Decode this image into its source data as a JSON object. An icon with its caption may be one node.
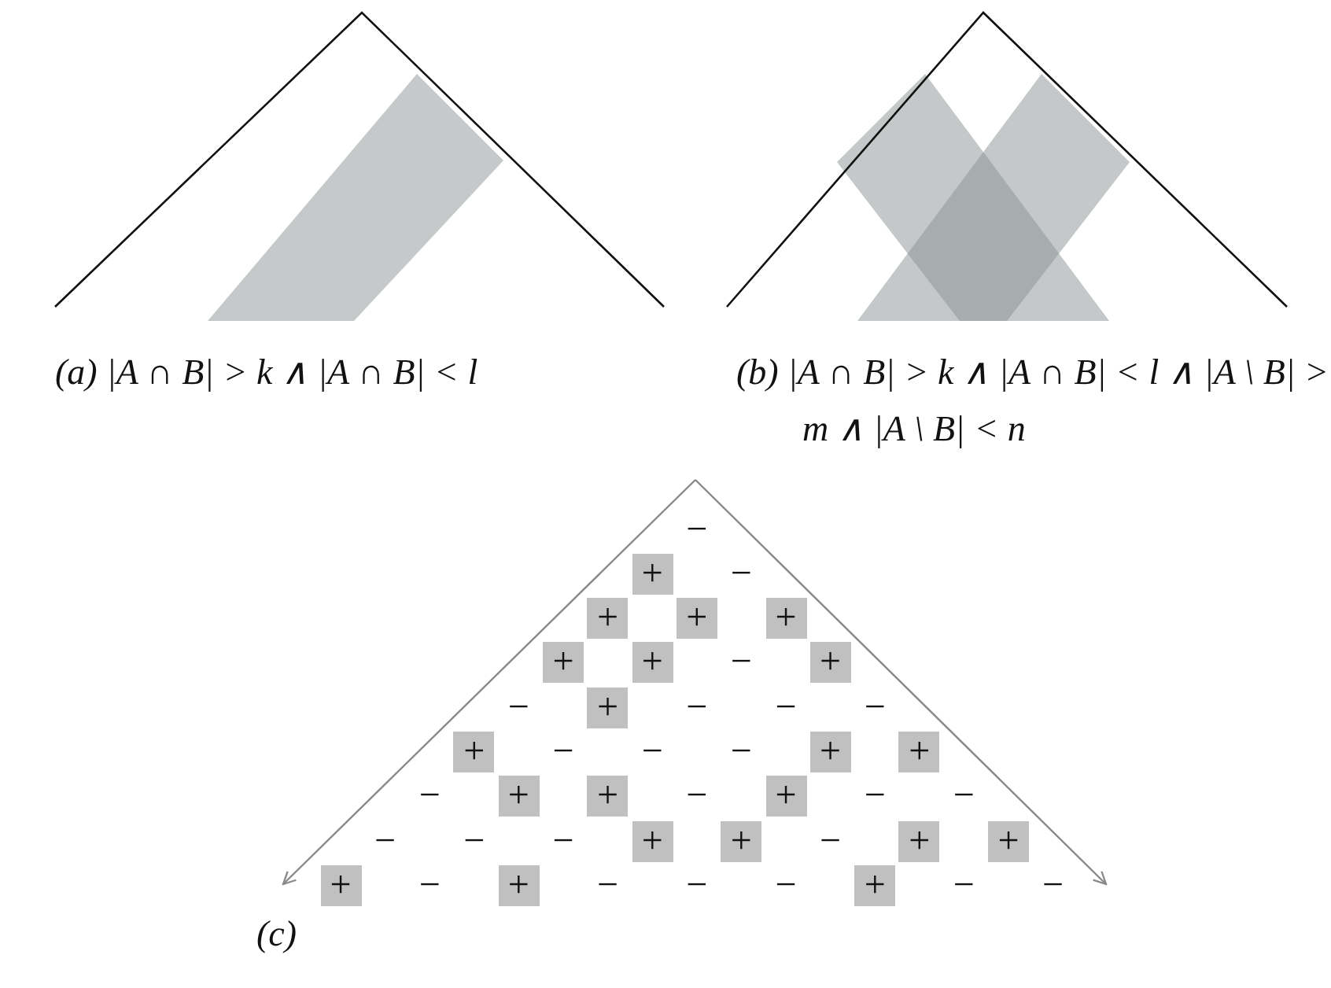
{
  "diagram": {
    "labels": [
      "(a) |A ∩ B| > k ∧ |A ∩ B| < l",
      "(b) |A ∩ B| > k ∧ |A ∩ B| < l ∧ |A \\ B| > m ∧ |A \\ B| < n",
      "−",
      "+",
      "−",
      "+",
      "+",
      "+",
      "+",
      "+",
      "−",
      "+",
      "−",
      "+",
      "−",
      "−",
      "−",
      "+",
      "−",
      "−",
      "−",
      "+",
      "+",
      "−",
      "+",
      "+",
      "−",
      "+",
      "−",
      "−",
      "−",
      "−",
      "−",
      "+",
      "+",
      "−",
      "+",
      "+",
      "+",
      "−",
      "+",
      "−",
      "−",
      "−",
      "+",
      "−",
      "−",
      "(c)"
    ]
  }
}
